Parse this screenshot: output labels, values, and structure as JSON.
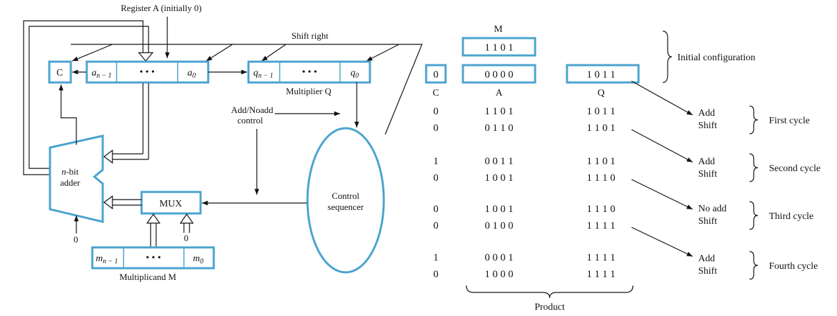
{
  "hardware": {
    "register_a_label": "Register A  (initially 0)",
    "shift_right_label": "Shift right",
    "c_label": "C",
    "a_high": "a",
    "a_high_sub": "n − 1",
    "a_dots": "• • •",
    "a_low": "a",
    "a_low_sub": "0",
    "q_high": "q",
    "q_high_sub": "n − 1",
    "q_dots": "• • •",
    "q_low": "q",
    "q_low_sub": "0",
    "multiplier_label": "Multiplier Q",
    "add_noadd_line1": "Add/Noadd",
    "add_noadd_line2": "control",
    "adder_line1_italic": "n",
    "adder_line1_rest": "-bit",
    "adder_line2": "adder",
    "mux_label": "MUX",
    "control_line1": "Control",
    "control_line2": "sequencer",
    "zero_left": "0",
    "zero_mux": "0",
    "m_high": "m",
    "m_high_sub": "n − 1",
    "m_dots": "• • •",
    "m_low": "m",
    "m_low_sub": "0",
    "multiplicand_label": "Multiplicand M"
  },
  "example": {
    "m_header": "M",
    "m_value": "1  1  0  1",
    "c_init": "0",
    "a_init": "0  0  0  0",
    "q_init": "1  0  1  1",
    "col_c": "C",
    "col_a": "A",
    "col_q": "Q",
    "initial_config": "Initial configuration",
    "rows": [
      {
        "c": "0",
        "a": "1  1  0  1",
        "q": "1  0  1  1"
      },
      {
        "c": "0",
        "a": "0  1  1  0",
        "q": "1  1  0  1"
      },
      {
        "c": "1",
        "a": "0  0  1  1",
        "q": "1  1  0  1"
      },
      {
        "c": "0",
        "a": "1  0  0  1",
        "q": "1  1  1  0"
      },
      {
        "c": "0",
        "a": "1  0  0  1",
        "q": "1  1  1  0"
      },
      {
        "c": "0",
        "a": "0  1  0  0",
        "q": "1  1  1  1"
      },
      {
        "c": "1",
        "a": "0  0  0  1",
        "q": "1  1  1  1"
      },
      {
        "c": "0",
        "a": "1  0  0  0",
        "q": "1  1  1  1"
      }
    ],
    "actions": [
      {
        "op": "Add",
        "shift": "Shift",
        "cycle": "First cycle"
      },
      {
        "op": "Add",
        "shift": "Shift",
        "cycle": "Second cycle"
      },
      {
        "op": "No add",
        "shift": "Shift",
        "cycle": "Third cycle"
      },
      {
        "op": "Add",
        "shift": "Shift",
        "cycle": "Fourth cycle"
      }
    ],
    "product_label": "Product"
  }
}
